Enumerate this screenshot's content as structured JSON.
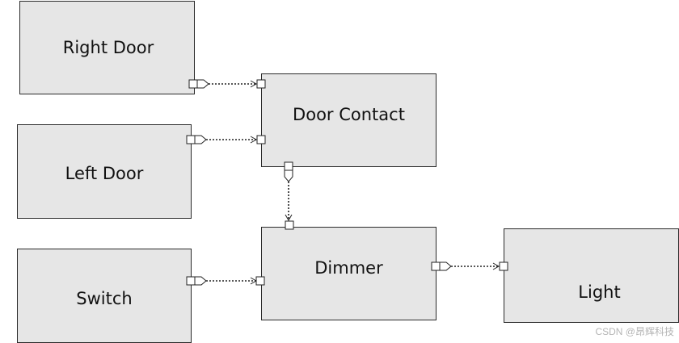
{
  "blocks": {
    "right_door": "Right Door",
    "door_contact": "Door Contact",
    "left_door": "Left Door",
    "dimmer": "Dimmer",
    "switch": "Switch",
    "light": "Light"
  },
  "watermark": "CSDN @昂辉科技"
}
